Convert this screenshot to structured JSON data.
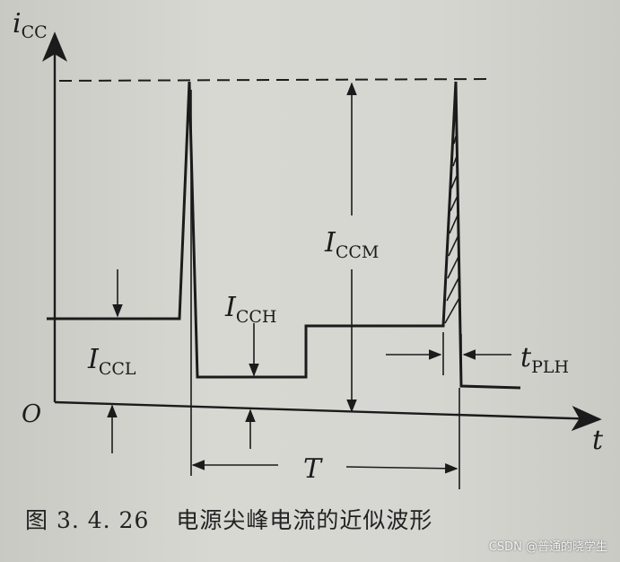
{
  "figure": {
    "axes": {
      "y_var": "i",
      "y_sub": "CC",
      "x_var": "t",
      "origin": "O"
    },
    "labels": {
      "iccl": {
        "main": "I",
        "sub": "CCL"
      },
      "icch": {
        "main": "I",
        "sub": "CCH"
      },
      "iccm": {
        "main": "I",
        "sub": "CCM"
      },
      "tplh": {
        "main": "t",
        "sub": "PLH"
      },
      "period": "T"
    },
    "caption": {
      "number": "图 3. 4. 26",
      "text": "电源尖峰电流的近似波形"
    }
  },
  "watermark": "CSDN @普通的晓学生"
}
